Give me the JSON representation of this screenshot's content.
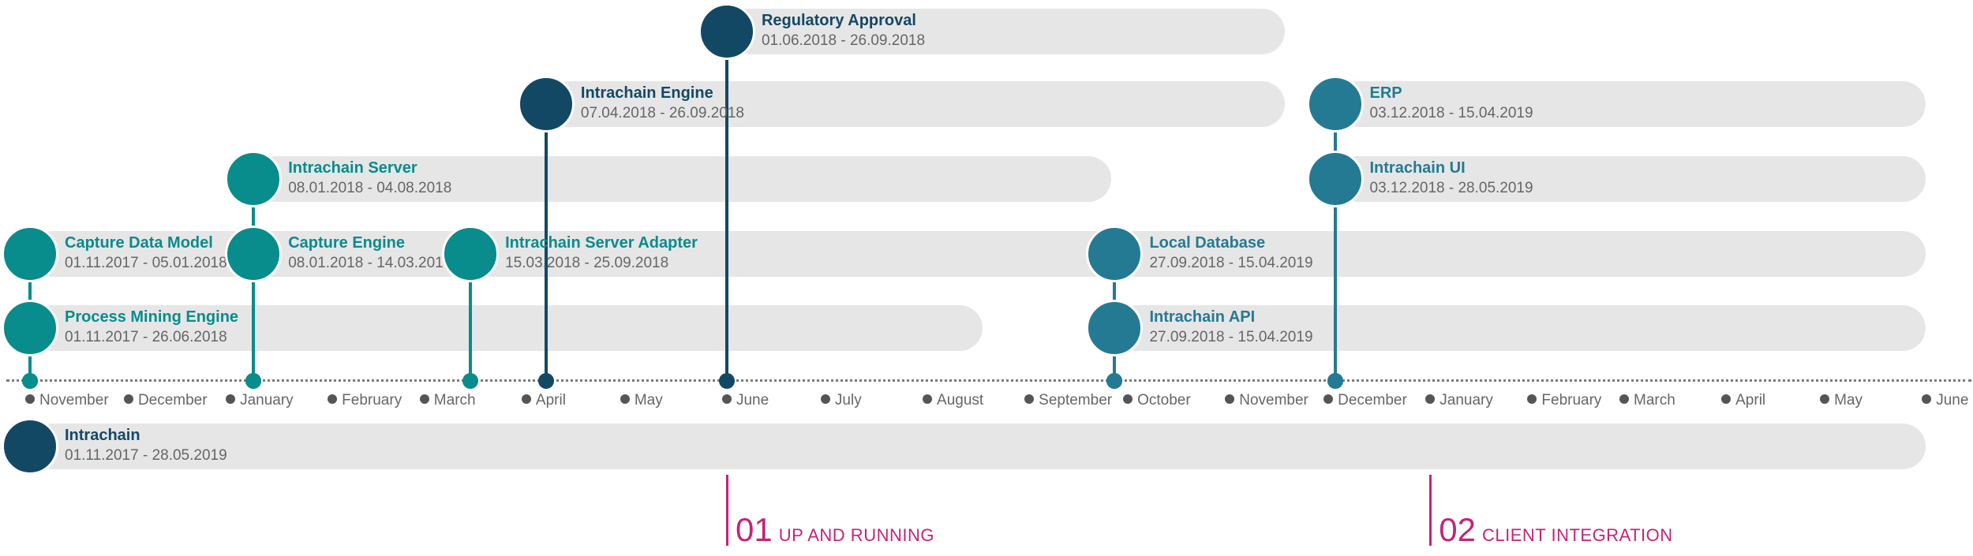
{
  "colors": {
    "teal": "#088c8c",
    "navy": "#134865",
    "blue": "#247a93",
    "magenta": "#c4247a",
    "bar": "#e6e6e6"
  },
  "tasks": [
    {
      "id": "regulatory-approval",
      "name": "Regulatory Approval",
      "dates": "01.06.2018 - 26.09.2018",
      "color": "navy",
      "row": 0,
      "start": "2018-06-01",
      "end": "2018-09-26"
    },
    {
      "id": "intrachain-engine",
      "name": "Intrachain Engine",
      "dates": "07.04.2018 - 26.09.2018",
      "color": "navy",
      "row": 1,
      "start": "2018-04-07",
      "end": "2018-09-26"
    },
    {
      "id": "erp",
      "name": "ERP",
      "dates": "03.12.2018 - 15.04.2019",
      "color": "blue",
      "row": 1,
      "start": "2018-12-03",
      "end": "2019-04-15"
    },
    {
      "id": "intrachain-server",
      "name": "Intrachain Server",
      "dates": "08.01.2018 - 04.08.2018",
      "color": "teal",
      "row": 2,
      "start": "2018-01-08",
      "end": "2018-08-04"
    },
    {
      "id": "intrachain-ui",
      "name": "Intrachain UI",
      "dates": "03.12.2018 - 28.05.2019",
      "color": "blue",
      "row": 2,
      "start": "2018-12-03",
      "end": "2019-05-28"
    },
    {
      "id": "capture-data-model",
      "name": "Capture Data Model",
      "dates": "01.11.2017 - 05.01.2018",
      "color": "teal",
      "row": 3,
      "start": "2017-11-01",
      "end": "2018-01-05"
    },
    {
      "id": "capture-engine",
      "name": "Capture Engine",
      "dates": "08.01.2018 - 14.03.2018",
      "color": "teal",
      "row": 3,
      "start": "2018-01-08",
      "end": "2018-03-14"
    },
    {
      "id": "intrachain-server-adapter",
      "name": "Intrachain Server Adapter",
      "dates": "15.03.2018 - 25.09.2018",
      "color": "teal",
      "row": 3,
      "start": "2018-03-15",
      "end": "2018-09-25"
    },
    {
      "id": "local-database",
      "name": "Local Database",
      "dates": "27.09.2018 - 15.04.2019",
      "color": "blue",
      "row": 3,
      "start": "2018-09-27",
      "end": "2019-04-15"
    },
    {
      "id": "process-mining-engine",
      "name": "Process Mining Engine",
      "dates": "01.11.2017 - 26.06.2018",
      "color": "teal",
      "row": 4,
      "start": "2017-11-01",
      "end": "2018-06-26"
    },
    {
      "id": "intrachain-api",
      "name": "Intrachain API",
      "dates": "27.09.2018 - 15.04.2019",
      "color": "blue",
      "row": 4,
      "start": "2018-09-27",
      "end": "2019-04-15"
    },
    {
      "id": "intrachain",
      "name": "Intrachain",
      "dates": "01.11.2017 - 28.05.2019",
      "color": "navy",
      "row": 5,
      "start": "2017-11-01",
      "end": "2019-05-28"
    }
  ],
  "axis": {
    "months": [
      {
        "label": "November",
        "date": "2017-11-01"
      },
      {
        "label": "December",
        "date": "2017-12-01"
      },
      {
        "label": "January",
        "date": "2018-01-01"
      },
      {
        "label": "February",
        "date": "2018-02-01"
      },
      {
        "label": "March",
        "date": "2018-03-01"
      },
      {
        "label": "April",
        "date": "2018-04-01"
      },
      {
        "label": "May",
        "date": "2018-05-01"
      },
      {
        "label": "June",
        "date": "2018-06-01"
      },
      {
        "label": "July",
        "date": "2018-07-01"
      },
      {
        "label": "August",
        "date": "2018-08-01"
      },
      {
        "label": "September",
        "date": "2018-09-01"
      },
      {
        "label": "October",
        "date": "2018-10-01"
      },
      {
        "label": "November",
        "date": "2018-11-01"
      },
      {
        "label": "December",
        "date": "2018-12-01"
      },
      {
        "label": "January",
        "date": "2019-01-01"
      },
      {
        "label": "February",
        "date": "2019-02-01"
      },
      {
        "label": "March",
        "date": "2019-03-01"
      },
      {
        "label": "April",
        "date": "2019-04-01"
      },
      {
        "label": "May",
        "date": "2019-05-01"
      },
      {
        "label": "June",
        "date": "2019-06-01"
      }
    ]
  },
  "phases": [
    {
      "id": "phase-01",
      "number": "01",
      "label": "UP AND RUNNING",
      "date": "2018-06-01"
    },
    {
      "id": "phase-02",
      "number": "02",
      "label": "CLIENT INTEGRATION",
      "date": "2019-01-01"
    }
  ]
}
